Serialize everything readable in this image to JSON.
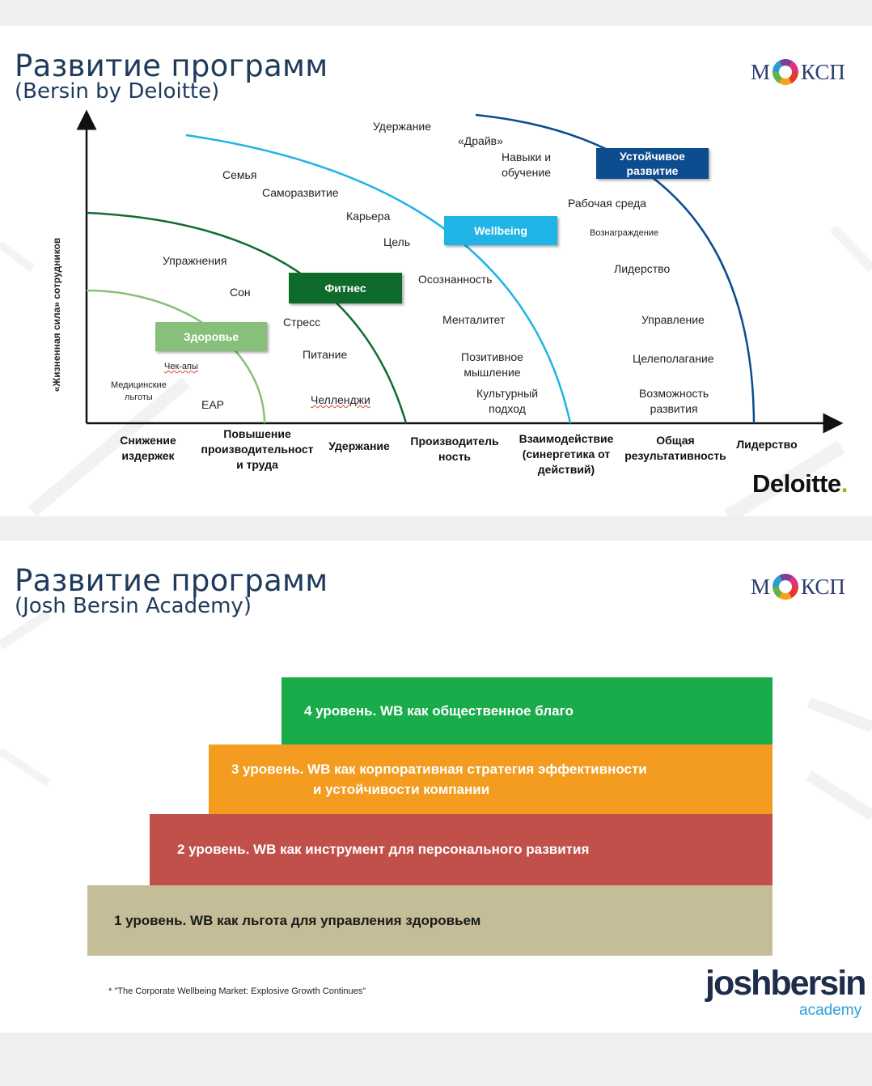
{
  "slide1": {
    "title": "Развитие программ",
    "subtitle": "(Bersin by Deloitte)",
    "logo": {
      "left": "М",
      "right": "КСП"
    },
    "y_axis_label": "«Жизненная сила» сотрудников",
    "x_labels": [
      "Снижение\nиздержек",
      "Повышение\nпроизводительност\nи труда",
      "Удержание",
      "Производитель\nность",
      "Взаимодействие\n(синергетика от\nдействий)",
      "Общая\nрезультативность",
      "Лидерство"
    ],
    "boxes": {
      "zdorovie": "Здоровье",
      "fitnes": "Фитнес",
      "wellbeing": "Wellbeing",
      "ustoichivoe": "Устойчивое\nразвитие"
    },
    "labels": {
      "uderzhanie": "Удержание",
      "draiv": "«Драйв»",
      "navyki": "Навыки и\nобучение",
      "semya": "Семья",
      "samorazvitie": "Саморазвитие",
      "karera": "Карьера",
      "tsel": "Цель",
      "rabochaya": "Рабочая среда",
      "voznagrazhdenie": "Вознаграждение",
      "uprazhneniya": "Упражнения",
      "son": "Сон",
      "osoznannost": "Осознанность",
      "liderstvo": "Лидерство",
      "stress": "Стресс",
      "mentalitet": "Менталитет",
      "upravlenie": "Управление",
      "chekapy": "Чек-апы",
      "pitanie": "Питание",
      "pozitivnoe": "Позитивное\nмышление",
      "tselepolaganie": "Целеполагание",
      "medlgoty": "Медицинские\nльготы",
      "eap": "EAP",
      "chellendzhi": "Челленджи",
      "kulturny": "Культурный\nподход",
      "vozmozhnost": "Возможность\nразвития"
    },
    "brand": {
      "name": "Deloitte",
      "dot": "."
    },
    "colors": {
      "zdorovie": "#86c07a",
      "fitnes": "#0f6b2b",
      "wellbeing": "#1fb3e6",
      "ustoichivoe": "#0c4d8f",
      "arc1": "#86c07a",
      "arc2": "#116b33",
      "arc3": "#1fb3e6",
      "arc4": "#0c4d8f"
    }
  },
  "slide2": {
    "title": "Развитие программ",
    "subtitle": "(Josh Bersin Academy)",
    "logo": {
      "left": "М",
      "right": "КСП"
    },
    "levels": [
      {
        "line1": "4 уровень.  WB как общественное благо",
        "line2": "",
        "color": "#1aab4b"
      },
      {
        "line1": "3 уровень.  WB как корпоративная стратегия эффективности",
        "line2": "и устойчивости компании",
        "color": "#f39c1f"
      },
      {
        "line1": "2 уровень.  WB как инструмент для персонального развития",
        "line2": "",
        "color": "#c1504b"
      },
      {
        "line1": "1 уровень.  WB как льгота для управления здоровьем",
        "line2": "",
        "color": "#c4bd97"
      }
    ],
    "footnote": "* \"The Corporate Wellbeing Market: Explosive Growth Continues\"",
    "brand": {
      "name": "joshbersin",
      "sub": "academy"
    }
  }
}
